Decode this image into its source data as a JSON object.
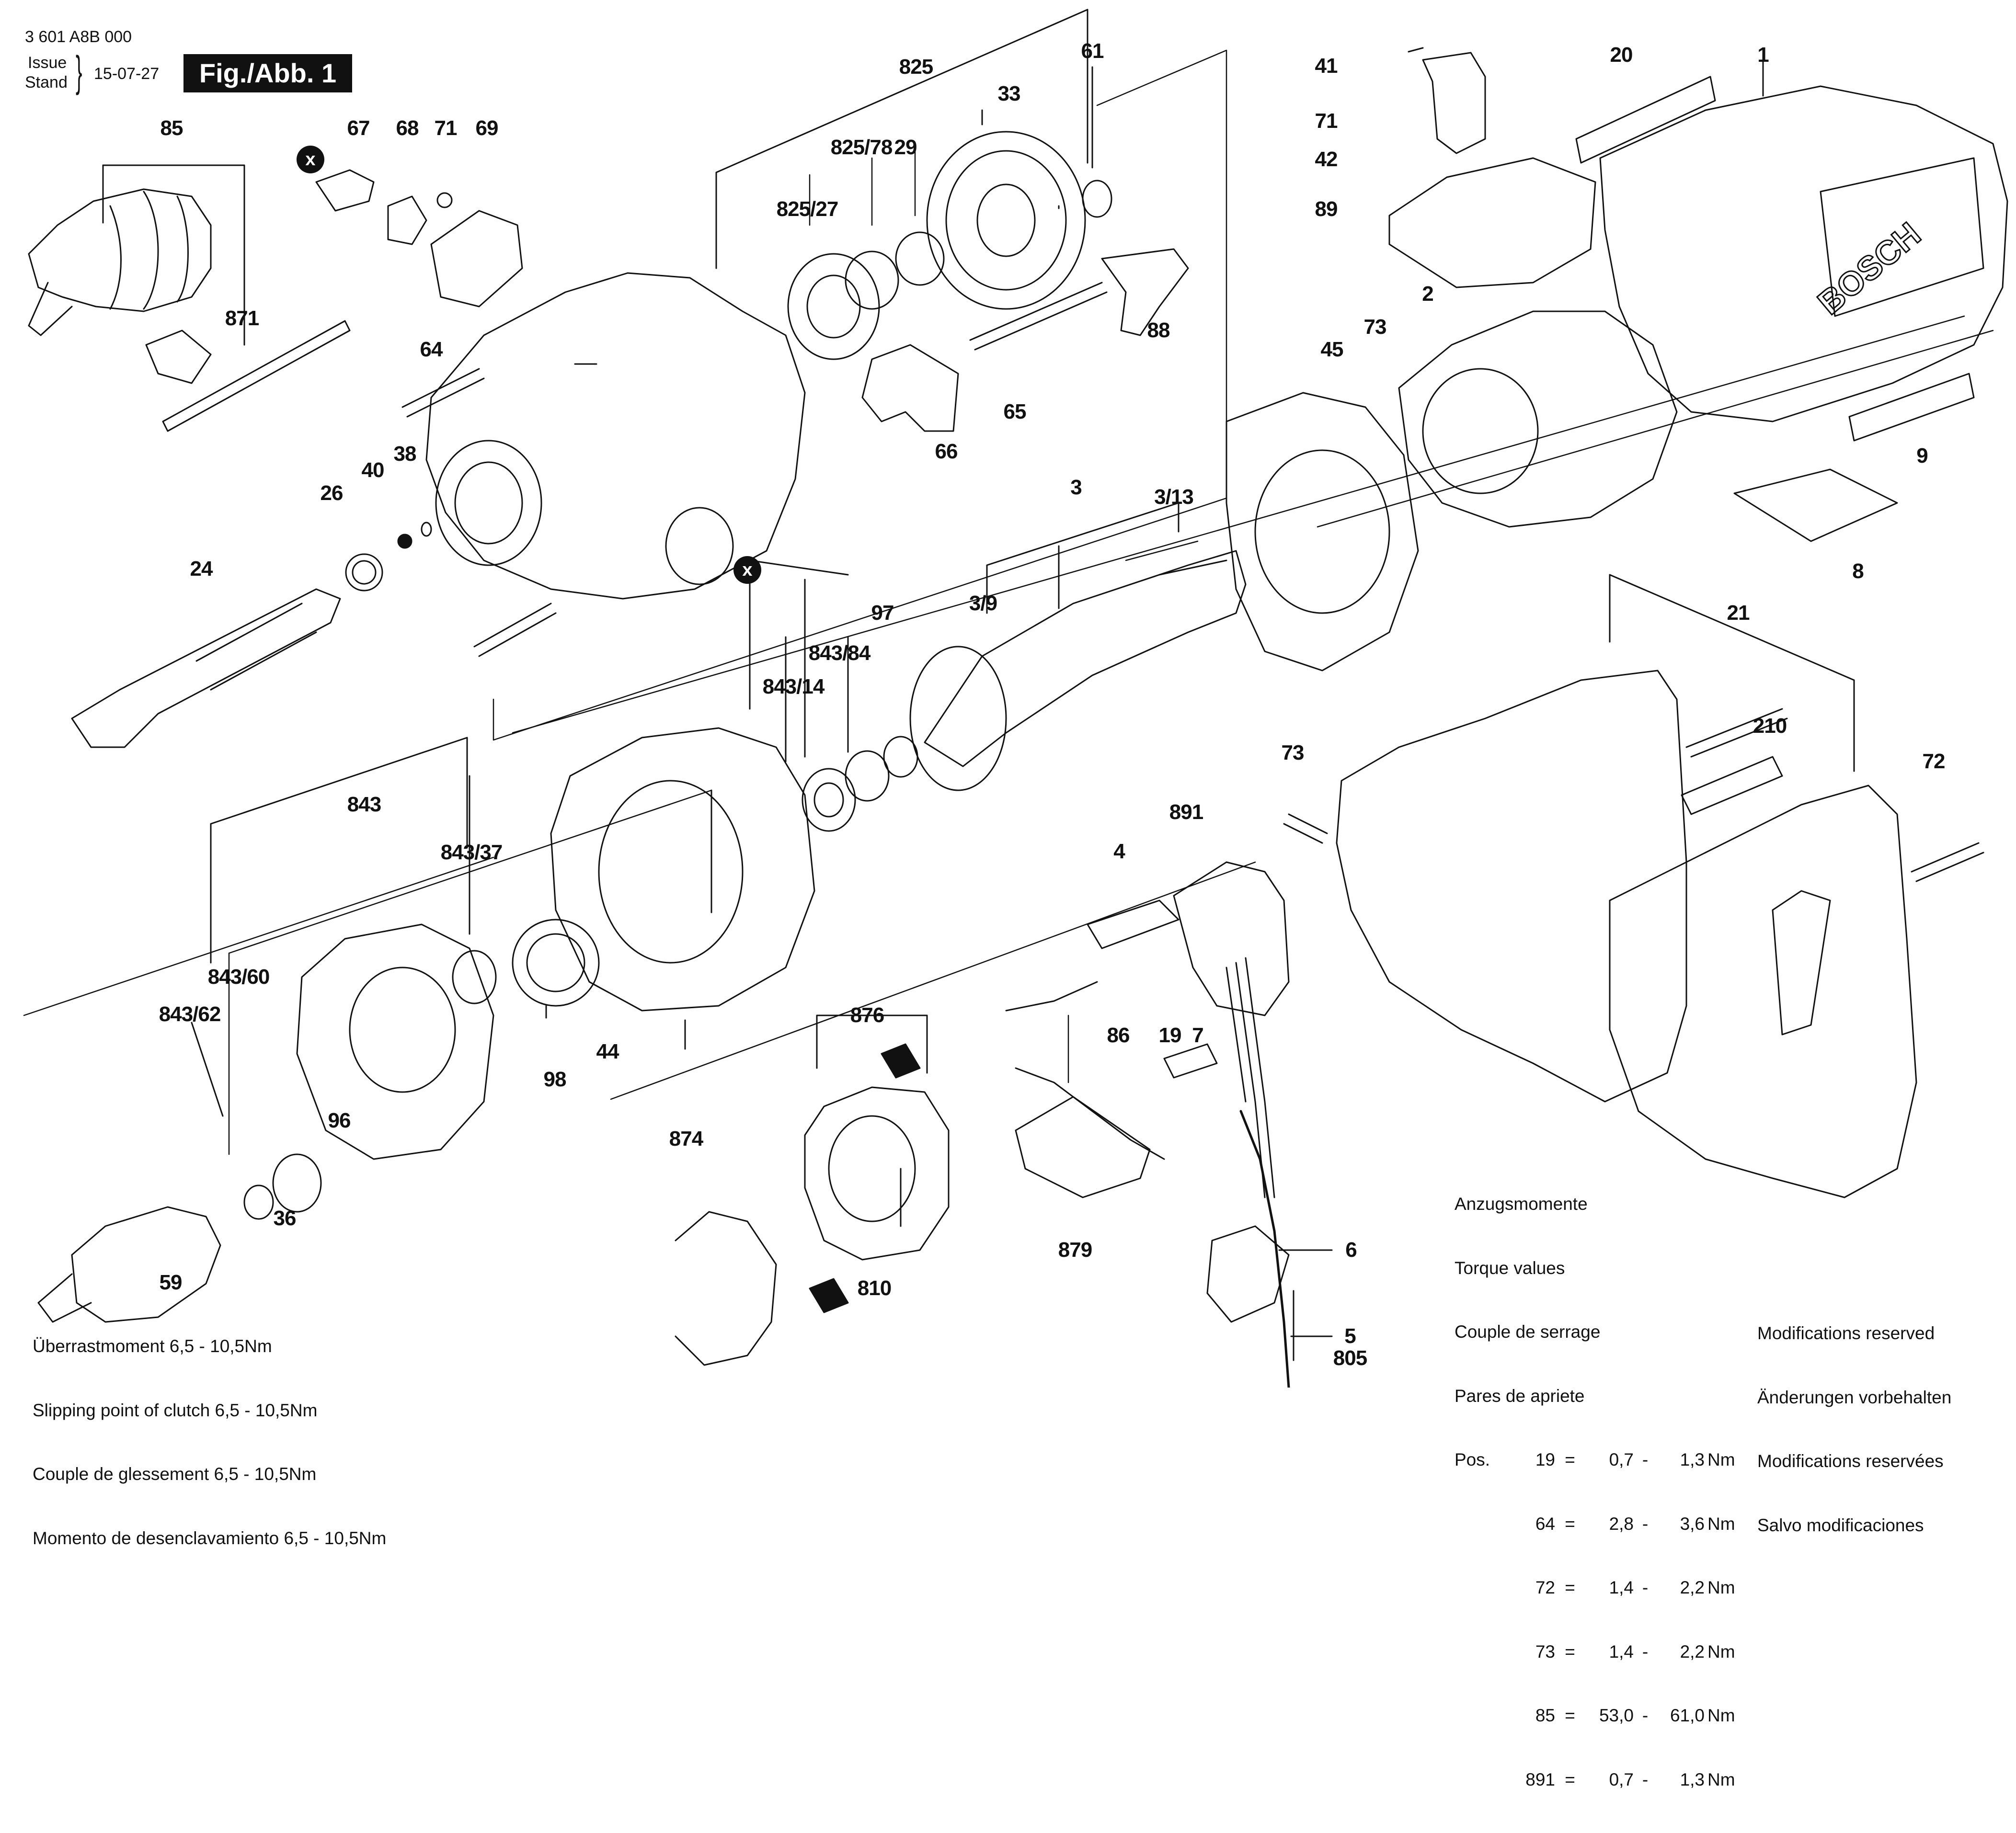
{
  "header": {
    "doc_number": "3 601 A8B 000",
    "issue_label": "Issue",
    "stand_label": "Stand",
    "issue_date": "15-07-27",
    "figure": "Fig./Abb. 1"
  },
  "brand_on_housing": "BOSCH",
  "x_marker": "x",
  "parts": [
    {
      "key": "p85",
      "label": "85"
    },
    {
      "key": "p871",
      "label": "871"
    },
    {
      "key": "p67",
      "label": "67"
    },
    {
      "key": "p68",
      "label": "68"
    },
    {
      "key": "p71a",
      "label": "71"
    },
    {
      "key": "p69",
      "label": "69"
    },
    {
      "key": "p64",
      "label": "64"
    },
    {
      "key": "p825",
      "label": "825"
    },
    {
      "key": "p825_78",
      "label": "825/78"
    },
    {
      "key": "p825_27",
      "label": "825/27"
    },
    {
      "key": "p29",
      "label": "29"
    },
    {
      "key": "p33",
      "label": "33"
    },
    {
      "key": "p61",
      "label": "61"
    },
    {
      "key": "p88",
      "label": "88"
    },
    {
      "key": "p65",
      "label": "65"
    },
    {
      "key": "p66",
      "label": "66"
    },
    {
      "key": "p41",
      "label": "41"
    },
    {
      "key": "p71b",
      "label": "71"
    },
    {
      "key": "p42",
      "label": "42"
    },
    {
      "key": "p89",
      "label": "89"
    },
    {
      "key": "p20",
      "label": "20"
    },
    {
      "key": "p1",
      "label": "1"
    },
    {
      "key": "p73a",
      "label": "73"
    },
    {
      "key": "p2",
      "label": "2"
    },
    {
      "key": "p45",
      "label": "45"
    },
    {
      "key": "p9",
      "label": "9"
    },
    {
      "key": "p8",
      "label": "8"
    },
    {
      "key": "p26",
      "label": "26"
    },
    {
      "key": "p40",
      "label": "40"
    },
    {
      "key": "p38",
      "label": "38"
    },
    {
      "key": "p24",
      "label": "24"
    },
    {
      "key": "p3",
      "label": "3"
    },
    {
      "key": "p3_13",
      "label": "3/13"
    },
    {
      "key": "p3_9",
      "label": "3/9"
    },
    {
      "key": "p97",
      "label": "97"
    },
    {
      "key": "p843_84",
      "label": "843/84"
    },
    {
      "key": "p843_14",
      "label": "843/14"
    },
    {
      "key": "p21",
      "label": "21"
    },
    {
      "key": "p210",
      "label": "210"
    },
    {
      "key": "p73b",
      "label": "73"
    },
    {
      "key": "p72",
      "label": "72"
    },
    {
      "key": "p843",
      "label": "843"
    },
    {
      "key": "p843_37",
      "label": "843/37"
    },
    {
      "key": "p891",
      "label": "891"
    },
    {
      "key": "p4",
      "label": "4"
    },
    {
      "key": "p843_60",
      "label": "843/60"
    },
    {
      "key": "p843_62",
      "label": "843/62"
    },
    {
      "key": "p98",
      "label": "98"
    },
    {
      "key": "p44",
      "label": "44"
    },
    {
      "key": "p86",
      "label": "86"
    },
    {
      "key": "p19",
      "label": "19"
    },
    {
      "key": "p7",
      "label": "7"
    },
    {
      "key": "p876",
      "label": "876"
    },
    {
      "key": "p96",
      "label": "96"
    },
    {
      "key": "p36",
      "label": "36"
    },
    {
      "key": "p874",
      "label": "874"
    },
    {
      "key": "p879",
      "label": "879"
    },
    {
      "key": "p6",
      "label": "6"
    },
    {
      "key": "p59",
      "label": "59"
    },
    {
      "key": "p810",
      "label": "810"
    },
    {
      "key": "p5",
      "label": "5"
    },
    {
      "key": "p805",
      "label": "805"
    }
  ],
  "torque": {
    "lines": [
      "Anzugsmomente",
      "Torque values",
      "Couple de serrage",
      "Pares de apriete"
    ],
    "rows": [
      {
        "pos": "Pos.",
        "num": "19",
        "eq": "=",
        "min": "0,7",
        "dash": "-",
        "max": "1,3",
        "unit": "Nm"
      },
      {
        "pos": "",
        "num": "64",
        "eq": "=",
        "min": "2,8",
        "dash": "-",
        "max": "3,6",
        "unit": "Nm"
      },
      {
        "pos": "",
        "num": "72",
        "eq": "=",
        "min": "1,4",
        "dash": "-",
        "max": "2,2",
        "unit": "Nm"
      },
      {
        "pos": "",
        "num": "73",
        "eq": "=",
        "min": "1,4",
        "dash": "-",
        "max": "2,2",
        "unit": "Nm"
      },
      {
        "pos": "",
        "num": "85",
        "eq": "=",
        "min": "53,0",
        "dash": "-",
        "max": "61,0",
        "unit": "Nm"
      },
      {
        "pos": "",
        "num": "891",
        "eq": "=",
        "min": "0,7",
        "dash": "-",
        "max": "1,3",
        "unit": "Nm"
      }
    ]
  },
  "modifications": [
    "Modifications reserved",
    "Änderungen vorbehalten",
    "Modifications reservées",
    "Salvo modificaciones"
  ],
  "clutch_notes": [
    "Überrastmoment 6,5 - 10,5Nm",
    "Slipping point of clutch 6,5 - 10,5Nm",
    "Couple de glessement 6,5 - 10,5Nm",
    "Momento de desenclavamiento 6,5 - 10,5Nm"
  ]
}
